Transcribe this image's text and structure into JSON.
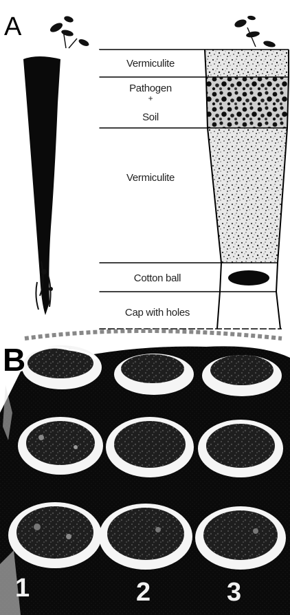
{
  "panel_a": {
    "label": "A",
    "layers": [
      {
        "label": "Vermiculite"
      },
      {
        "label": "Pathogen"
      },
      {
        "label": "+"
      },
      {
        "label": "Soil"
      },
      {
        "label": "Vermiculite"
      },
      {
        "label": "Cotton ball"
      },
      {
        "label": "Cap with holes"
      }
    ]
  },
  "panel_b": {
    "label": "B",
    "column_labels": [
      "1",
      "2",
      "3"
    ]
  }
}
